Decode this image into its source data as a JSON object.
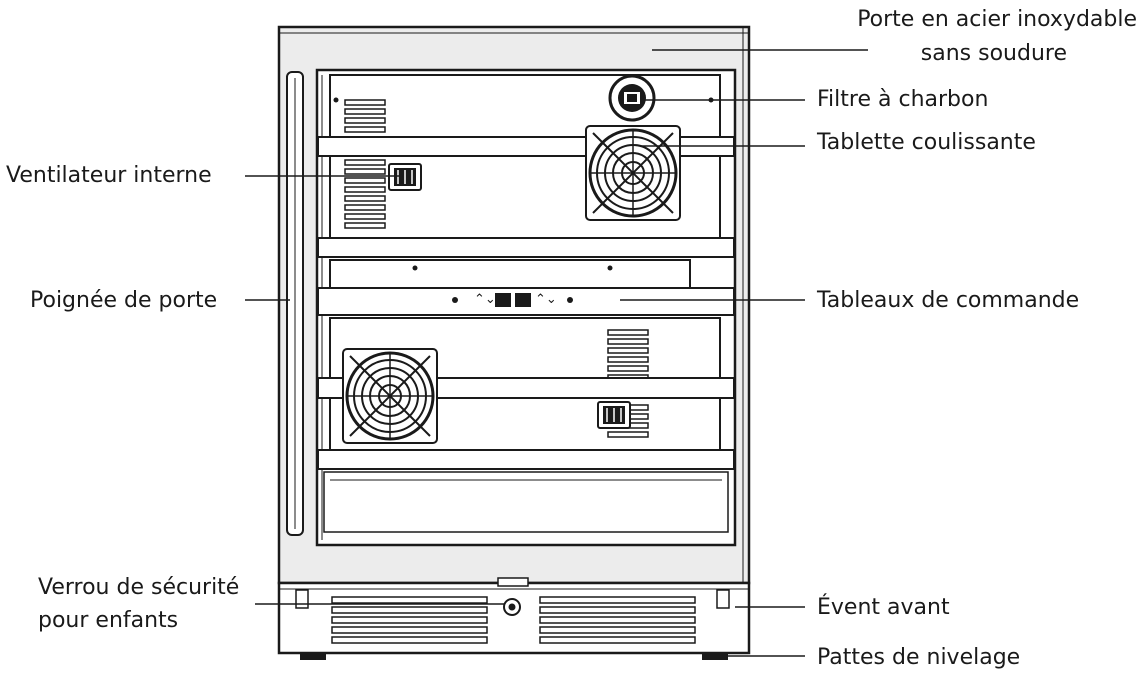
{
  "labels": {
    "door": [
      "Porte en acier inoxydable",
      "sans soudure"
    ],
    "charcoal_filter": "Filtre à charbon",
    "sliding_shelf": "Tablette coulissante",
    "internal_fan": "Ventilateur interne",
    "door_handle": "Poignée de porte",
    "control_panel": "Tableaux de commande",
    "child_lock": [
      "Verrou de sécurité",
      "pour enfants"
    ],
    "front_vent": "Évent avant",
    "leveling_legs": "Pattes de nivelage"
  },
  "colors": {
    "stroke": "#1a1a1a",
    "door_panel": "#ececec",
    "interior": "#ffffff"
  }
}
